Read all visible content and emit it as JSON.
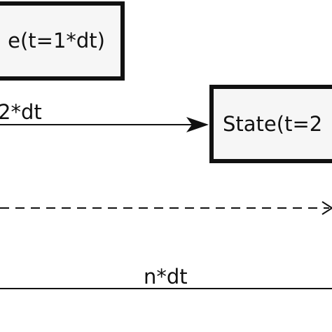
{
  "diagram": {
    "states": [
      {
        "label": "e(t=1*dt)"
      },
      {
        "label": "State(t=2"
      }
    ],
    "edges": [
      {
        "label": "2*dt",
        "style": "solid",
        "arrow": "filled"
      },
      {
        "label": "",
        "style": "dashed",
        "arrow": "open"
      },
      {
        "label": "n*dt",
        "style": "solid",
        "arrow": "none"
      }
    ]
  },
  "colors": {
    "stroke": "#111111",
    "box_fill": "#f6f6f6",
    "background": "#ffffff"
  }
}
